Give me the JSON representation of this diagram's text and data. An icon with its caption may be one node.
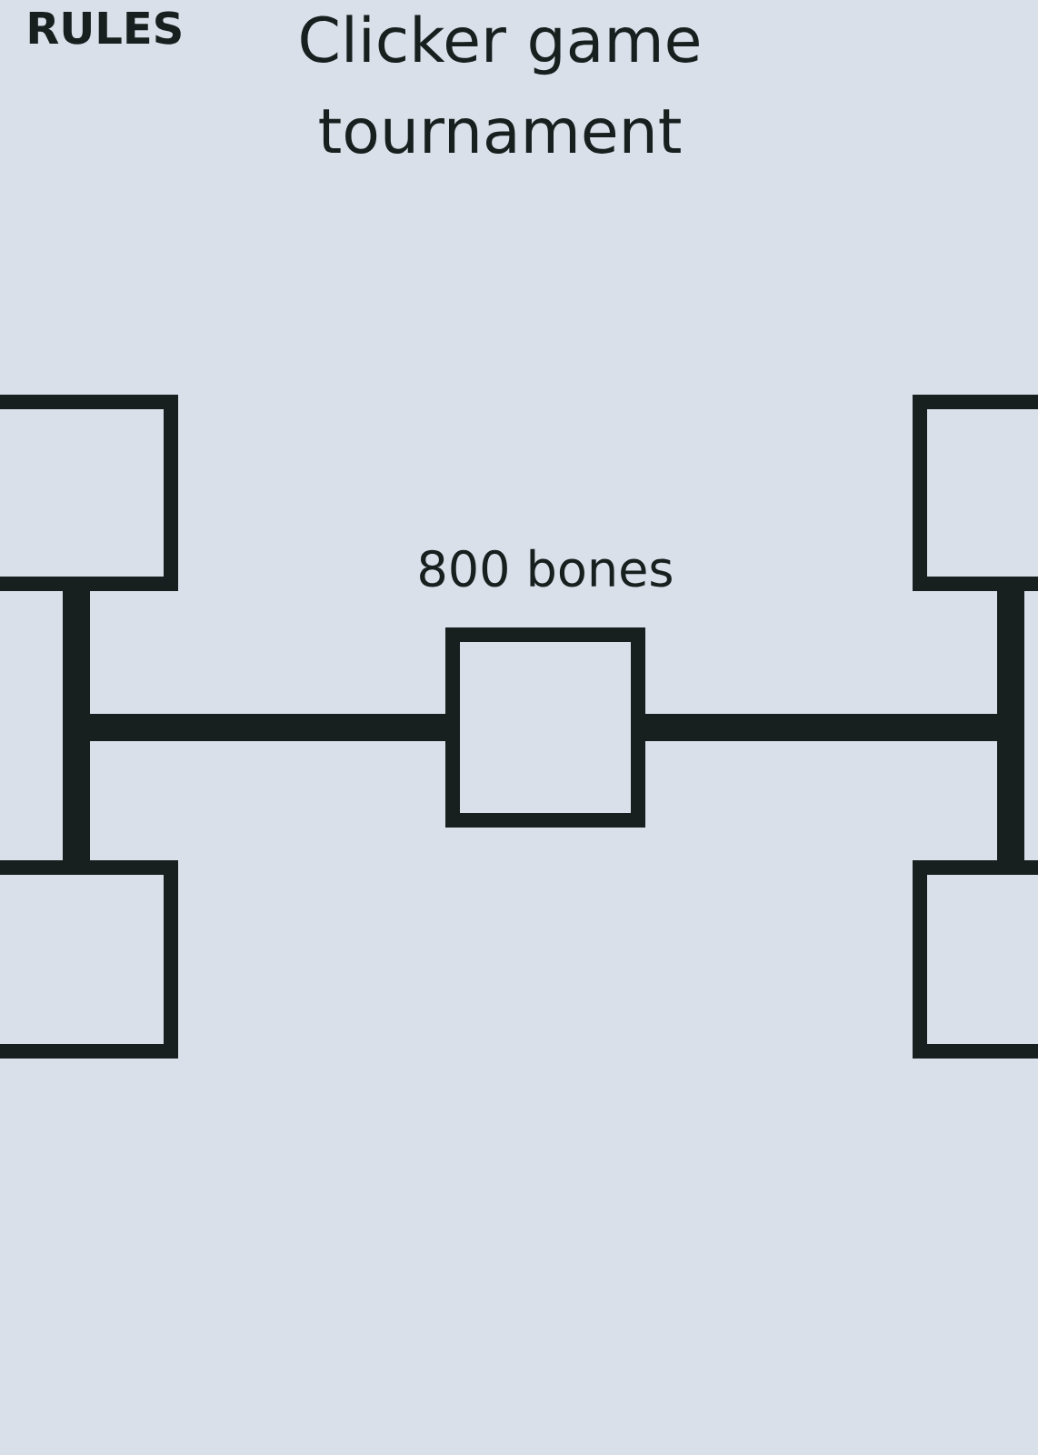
{
  "diagram": {
    "title": "Clicker game tournament",
    "nodes": [
      {
        "text": [],
        "shape": "box"
      },
      {
        "text": [],
        "shape": "box"
      },
      {
        "text": [],
        "shape": "box",
        "beside": [
          "800 bones"
        ]
      },
      {
        "text": [],
        "shape": "box"
      },
      {
        "text": [],
        "shape": "box"
      }
    ],
    "edges": [
      {
        "from": 0,
        "to": 2,
        "arrow": "none"
      },
      {
        "from": 1,
        "to": 2,
        "arrow": "none"
      },
      {
        "from": 3,
        "to": 2,
        "arrow": "none"
      },
      {
        "from": 4,
        "to": 2,
        "arrow": "none"
      }
    ],
    "labels": [
      "RULES"
    ]
  }
}
